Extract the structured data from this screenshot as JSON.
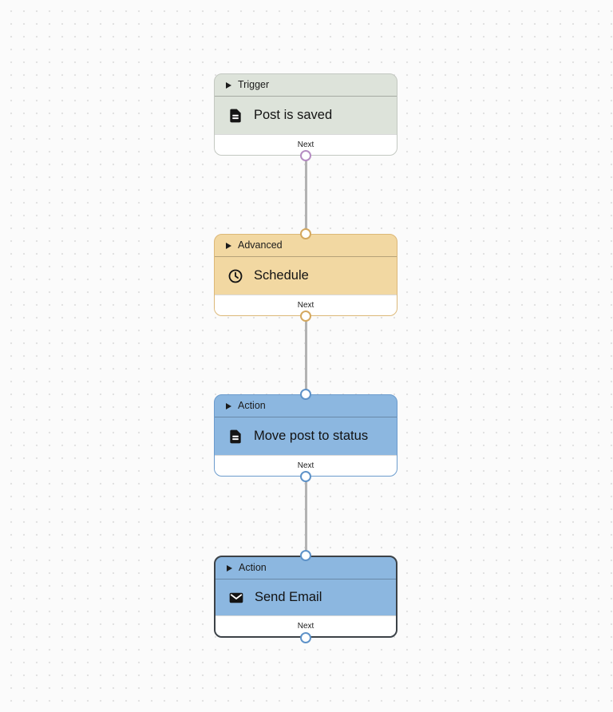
{
  "canvas": {
    "background_color": "#fbfbfb",
    "dot_color": "#e1e1e1",
    "edge_color": "#b3b3b3"
  },
  "nodes": [
    {
      "category": "Trigger",
      "title": "Post is saved",
      "icon": "document-icon",
      "footer_label": "Next",
      "selected": false,
      "colors": {
        "bg": "#dde3da",
        "border": "#c3c8c1",
        "port": "#b58cc2"
      }
    },
    {
      "category": "Advanced",
      "title": "Schedule",
      "icon": "clock-icon",
      "footer_label": "Next",
      "selected": false,
      "colors": {
        "bg": "#f2d8a2",
        "border": "#dcb878",
        "port": "#d4a85f"
      }
    },
    {
      "category": "Action",
      "title": "Move post to status",
      "icon": "document-icon",
      "footer_label": "Next",
      "selected": false,
      "colors": {
        "bg": "#8cb7e0",
        "border": "#6b9bcd",
        "port": "#5e92c8"
      }
    },
    {
      "category": "Action",
      "title": "Send Email",
      "icon": "envelope-icon",
      "footer_label": "Next",
      "selected": true,
      "colors": {
        "bg": "#8cb7e0",
        "border": "#3c4247",
        "port": "#5e92c8"
      }
    }
  ]
}
